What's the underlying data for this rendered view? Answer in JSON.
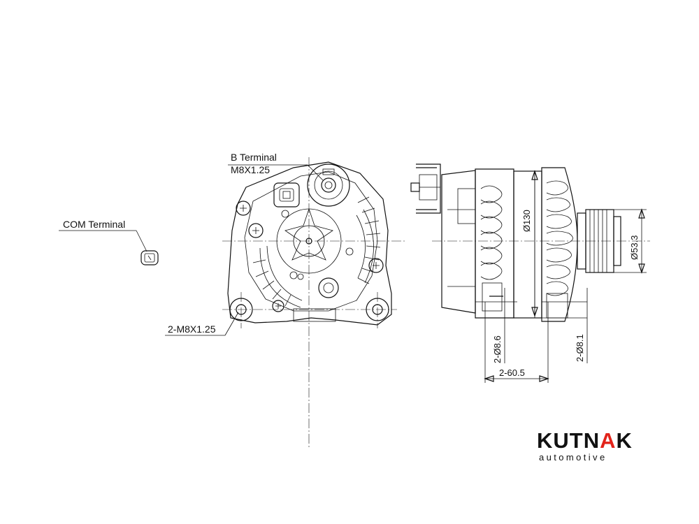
{
  "labels": {
    "b_terminal": "B Terminal",
    "b_terminal_thread": "M8X1.25",
    "com_terminal": "COM Terminal",
    "mount_thread": "2-M8X1.25"
  },
  "dimensions": {
    "housing_diameter": "Ø130",
    "pulley_diameter": "Ø53.3",
    "hole_left": "2-Ø8.6",
    "hole_right": "2-Ø8.1",
    "mount_spacing": "2-60.5"
  },
  "brand": {
    "name_part1": "KUTN",
    "name_accent": "A",
    "name_part2": "K",
    "tagline": "automotive",
    "accent_color": "#e2231a"
  }
}
